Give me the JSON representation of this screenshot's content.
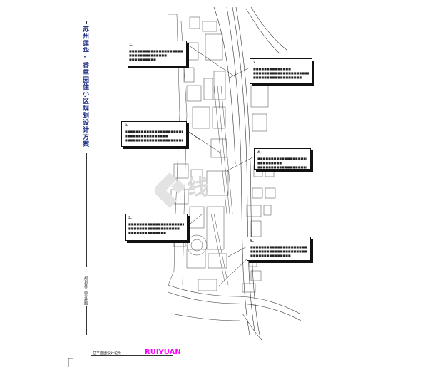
{
  "sheet": {
    "title": "苏州莲华·香草园住小区规划设计方案",
    "subtitle": "规划总平面分析图",
    "caption": "总平面图设计说明",
    "logo_text": "RUIYUAN",
    "logo_color": "#ff00ff",
    "accent_color": "#1b2a80"
  },
  "watermark": {
    "text": "线",
    "icon": "watermark-logo-icon"
  },
  "callouts": [
    {
      "id": "c1",
      "heading": "1、",
      "lines": [
        "■■■■■■■■■■■■■■■■■■■■■■■■■",
        "■■■■■■■■■■■■■■",
        "■■■■■■■■■■"
      ]
    },
    {
      "id": "c2",
      "heading": "2.",
      "lines": [
        "■■■■■■■■■■■■■■",
        "■■■■■■■■■■■■■■■■■■■■■■",
        "■■■■■■■■■■■■■■■■■■"
      ]
    },
    {
      "id": "c3",
      "heading": "3、",
      "lines": [
        "■■■■■■■■■■■■■■■■■■■■■■■■■",
        "■■■■■■■■■■■■■■■■",
        "■■■■■■■■■■■■■■■■■■■■■■"
      ]
    },
    {
      "id": "c4",
      "heading": "4、",
      "lines": [
        "■■■■■■■■■■■■■■■■■■■■■■",
        "■■■■■■■■■",
        "■■■■■■■■■■■■■■■■■■■■"
      ]
    },
    {
      "id": "c5",
      "heading": "5、",
      "lines": [
        "■■■■■■■■■■■■■■■■■■■■■■■",
        "■■■■■■■■■■■■■■■■■■■",
        "■■■■■■■■■■■■■■"
      ]
    },
    {
      "id": "c6",
      "heading": "6、",
      "lines": [
        "■■■■■■■■■■■■■■■■■■■■■■■■■■",
        "■■■■■■■■■■■■■■■■■■■■■■",
        "■■■■■■■■■■■■■■■"
      ]
    }
  ]
}
